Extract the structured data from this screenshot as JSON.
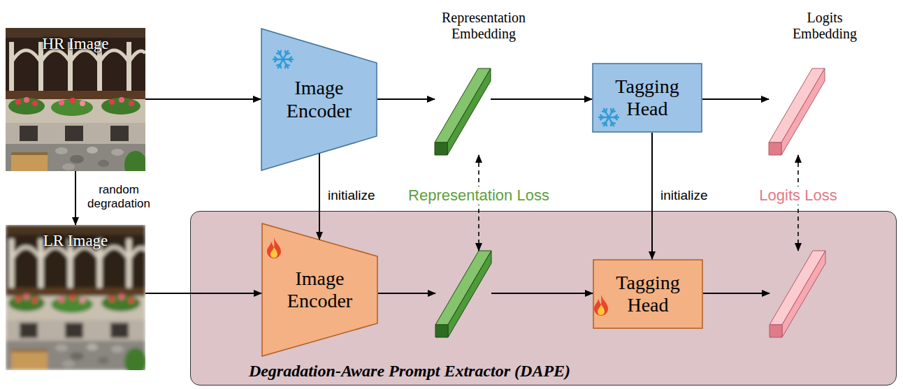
{
  "diagram": {
    "nodes": [
      {
        "text": [
          "HR Image"
        ]
      },
      {
        "text": [
          "Image Encoder"
        ]
      },
      {
        "text": [
          "Representation Embedding"
        ]
      },
      {
        "text": [
          "Tagging Head"
        ]
      },
      {
        "text": [
          "Logits Embedding"
        ]
      },
      {
        "text": [
          "LR Image"
        ]
      },
      {
        "text": [
          "Degradation-Aware Prompt Extractor (DAPE)"
        ]
      },
      {
        "text": [
          "Image Encoder"
        ],
        "in": 6
      },
      {
        "text": [],
        "in": 6
      },
      {
        "text": [
          "Tagging Head"
        ],
        "in": 6
      },
      {
        "text": [],
        "in": 6
      }
    ],
    "edges": [
      {
        "from": 0,
        "to": 1,
        "arrow": "to"
      },
      {
        "from": 1,
        "to": 2,
        "arrow": "to"
      },
      {
        "from": 2,
        "to": 3,
        "arrow": "to"
      },
      {
        "from": 3,
        "to": 4,
        "arrow": "to"
      },
      {
        "from": 0,
        "to": 5,
        "label": "random degradation",
        "arrow": "to"
      },
      {
        "from": 1,
        "to": 7,
        "label": "initialize",
        "arrow": "to"
      },
      {
        "from": 3,
        "to": 9,
        "label": "initialize",
        "arrow": "to"
      },
      {
        "from": 5,
        "to": 7,
        "arrow": "to"
      },
      {
        "from": 7,
        "to": 8,
        "arrow": "to"
      },
      {
        "from": 8,
        "to": 9,
        "arrow": "to"
      },
      {
        "from": 9,
        "to": 10,
        "arrow": "to"
      },
      {
        "from": 2,
        "to": 8,
        "label": "Representation Loss",
        "arrow": "both"
      },
      {
        "from": 4,
        "to": 10,
        "label": "Logits Loss",
        "arrow": "both"
      }
    ]
  }
}
